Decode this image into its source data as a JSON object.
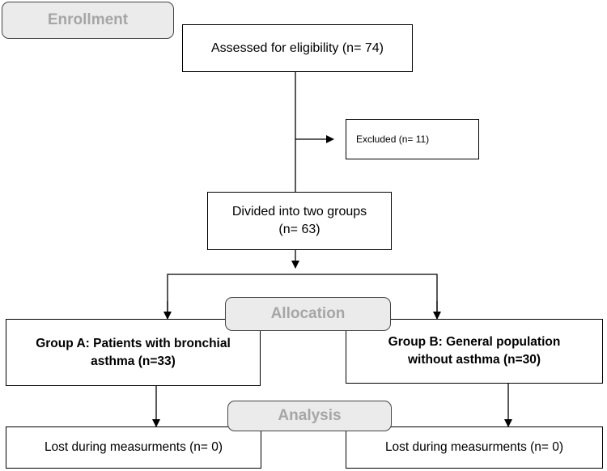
{
  "stages": {
    "enrollment": "Enrollment",
    "allocation": "Allocation",
    "analysis": "Analysis"
  },
  "nodes": {
    "assessed": "Assessed for eligibility (n= 74)",
    "excluded": "Excluded  (n= 11)",
    "divided_line1": "Divided into two groups",
    "divided_line2": "(n= 63)",
    "group_a_line1": "Group A: Patients with bronchial",
    "group_a_line2": "asthma (n=33)",
    "group_b_line1": "Group B: General population",
    "group_b_line2": "without asthma (n=30)",
    "lost_a": "Lost during measurments (n= 0)",
    "lost_b": "Lost during measurments (n= 0)"
  }
}
